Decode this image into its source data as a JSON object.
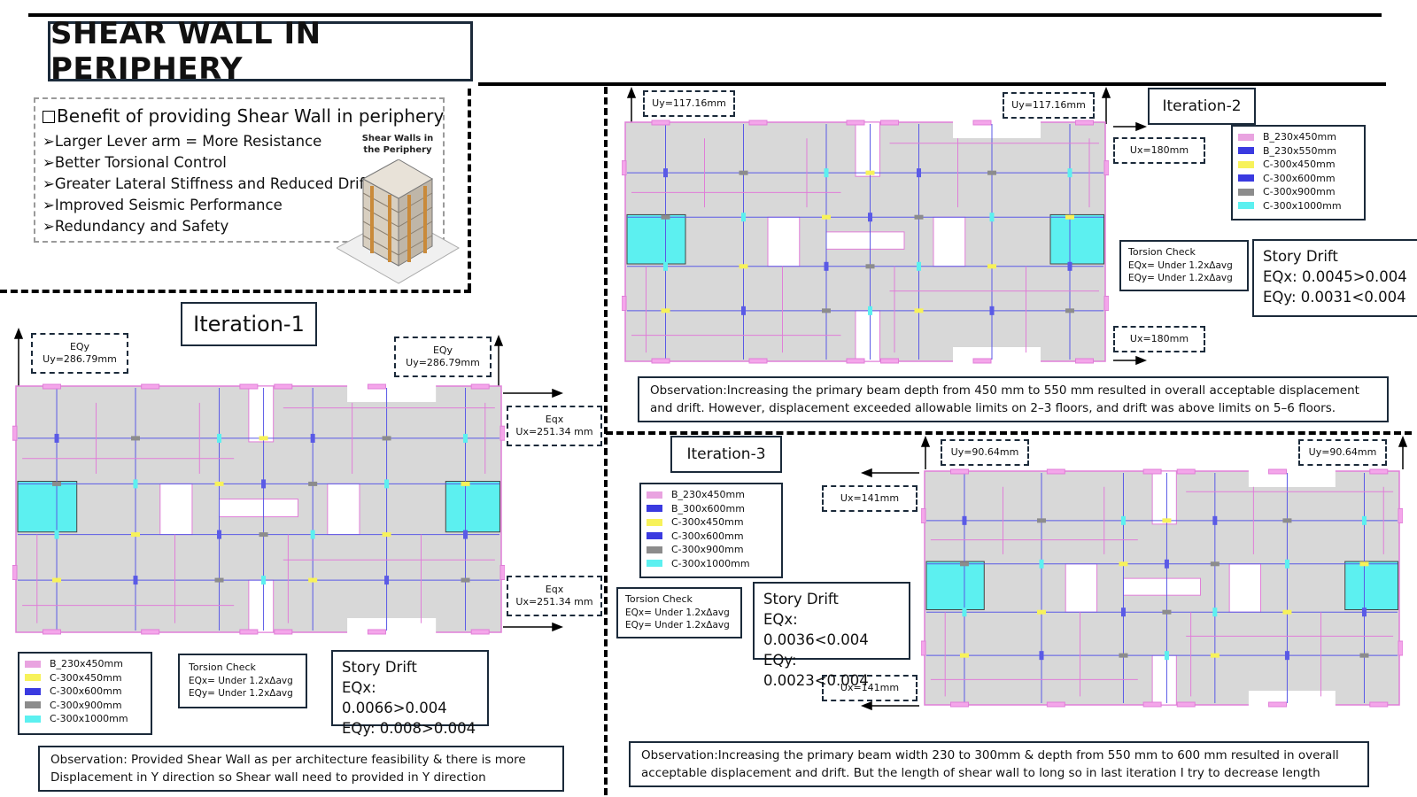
{
  "title": "SHEAR WALL IN PERIPHERY",
  "benefits": {
    "heading": "Benefit of providing Shear Wall in periphery",
    "items": [
      "Larger Lever arm = More Resistance",
      "Better Torsional Control",
      "Greater Lateral Stiffness and Reduced Drift",
      "Improved Seismic Performance",
      "Redundancy and Safety"
    ],
    "image_caption": "Shear Walls in the Periphery"
  },
  "iteration1": {
    "label": "Iteration-1",
    "eqy_left": {
      "line1": "EQy",
      "line2": "Uy=286.79mm"
    },
    "eqy_right": {
      "line1": "EQy",
      "line2": "Uy=286.79mm"
    },
    "eqx_top": {
      "line1": "Eqx",
      "line2": "Ux=251.34 mm"
    },
    "eqx_bottom": {
      "line1": "Eqx",
      "line2": "Ux=251.34 mm"
    },
    "legend": [
      {
        "label": "B_230x450mm",
        "color": "#e9a3e0"
      },
      {
        "label": "C-300x450mm",
        "color": "#f7f25a"
      },
      {
        "label": "C-300x600mm",
        "color": "#3a3ae0"
      },
      {
        "label": "C-300x900mm",
        "color": "#8c8c8c"
      },
      {
        "label": "C-300x1000mm",
        "color": "#5cf0f0"
      }
    ],
    "torsion": {
      "title": "Torsion Check",
      "line1": "EQx= Under 1.2xΔavg",
      "line2": "EQy= Under 1.2xΔavg"
    },
    "drift": {
      "title": "Story Drift",
      "eqx": "EQx: 0.0066>0.004",
      "eqy": "EQy: 0.008>0.004"
    },
    "observation": "Observation: Provided Shear Wall as per architecture feasibility & there is more Displacement in Y direction so Shear wall need to provided in Y direction"
  },
  "iteration2": {
    "label": "Iteration-2",
    "uy_left": "Uy=117.16mm",
    "uy_right": "Uy=117.16mm",
    "ux_top": "Ux=180mm",
    "ux_bottom": "Ux=180mm",
    "legend": [
      {
        "label": "B_230x450mm",
        "color": "#e9a3e0"
      },
      {
        "label": "B_230x550mm",
        "color": "#3a3ae0"
      },
      {
        "label": "C-300x450mm",
        "color": "#f7f25a"
      },
      {
        "label": "C-300x600mm",
        "color": "#3a3ae0"
      },
      {
        "label": "C-300x900mm",
        "color": "#8c8c8c"
      },
      {
        "label": "C-300x1000mm",
        "color": "#5cf0f0"
      }
    ],
    "torsion": {
      "title": "Torsion Check",
      "line1": "EQx= Under 1.2xΔavg",
      "line2": "EQy= Under 1.2xΔavg"
    },
    "drift": {
      "title": "Story Drift",
      "eqx": "EQx: 0.0045>0.004",
      "eqy": "EQy: 0.0031<0.004"
    },
    "observation": "Observation:Increasing the primary beam depth from 450 mm to 550 mm resulted in overall acceptable displacement and drift. However, displacement exceeded allowable limits on 2–3 floors, and drift was above limits on 5–6 floors."
  },
  "iteration3": {
    "label": "Iteration-3",
    "uy_left": "Uy=90.64mm",
    "uy_right": "Uy=90.64mm",
    "ux_top": "Ux=141mm",
    "ux_bottom": "Ux=141mm",
    "legend": [
      {
        "label": "B_230x450mm",
        "color": "#e9a3e0"
      },
      {
        "label": "B_300x600mm",
        "color": "#3a3ae0"
      },
      {
        "label": "C-300x450mm",
        "color": "#f7f25a"
      },
      {
        "label": "C-300x600mm",
        "color": "#3a3ae0"
      },
      {
        "label": "C-300x900mm",
        "color": "#8c8c8c"
      },
      {
        "label": "C-300x1000mm",
        "color": "#5cf0f0"
      }
    ],
    "torsion": {
      "title": "Torsion Check",
      "line1": "EQx= Under 1.2xΔavg",
      "line2": "EQy= Under 1.2xΔavg"
    },
    "drift": {
      "title": "Story Drift",
      "eqx": "EQx: 0.0036<0.004",
      "eqy": "EQy: 0.0023<0.004"
    },
    "observation": "Observation:Increasing the primary beam width 230 to 300mm & depth from 550 mm to 600 mm resulted in overall acceptable displacement and drift. But the length of shear wall to long so in last iteration I try to decrease length"
  }
}
